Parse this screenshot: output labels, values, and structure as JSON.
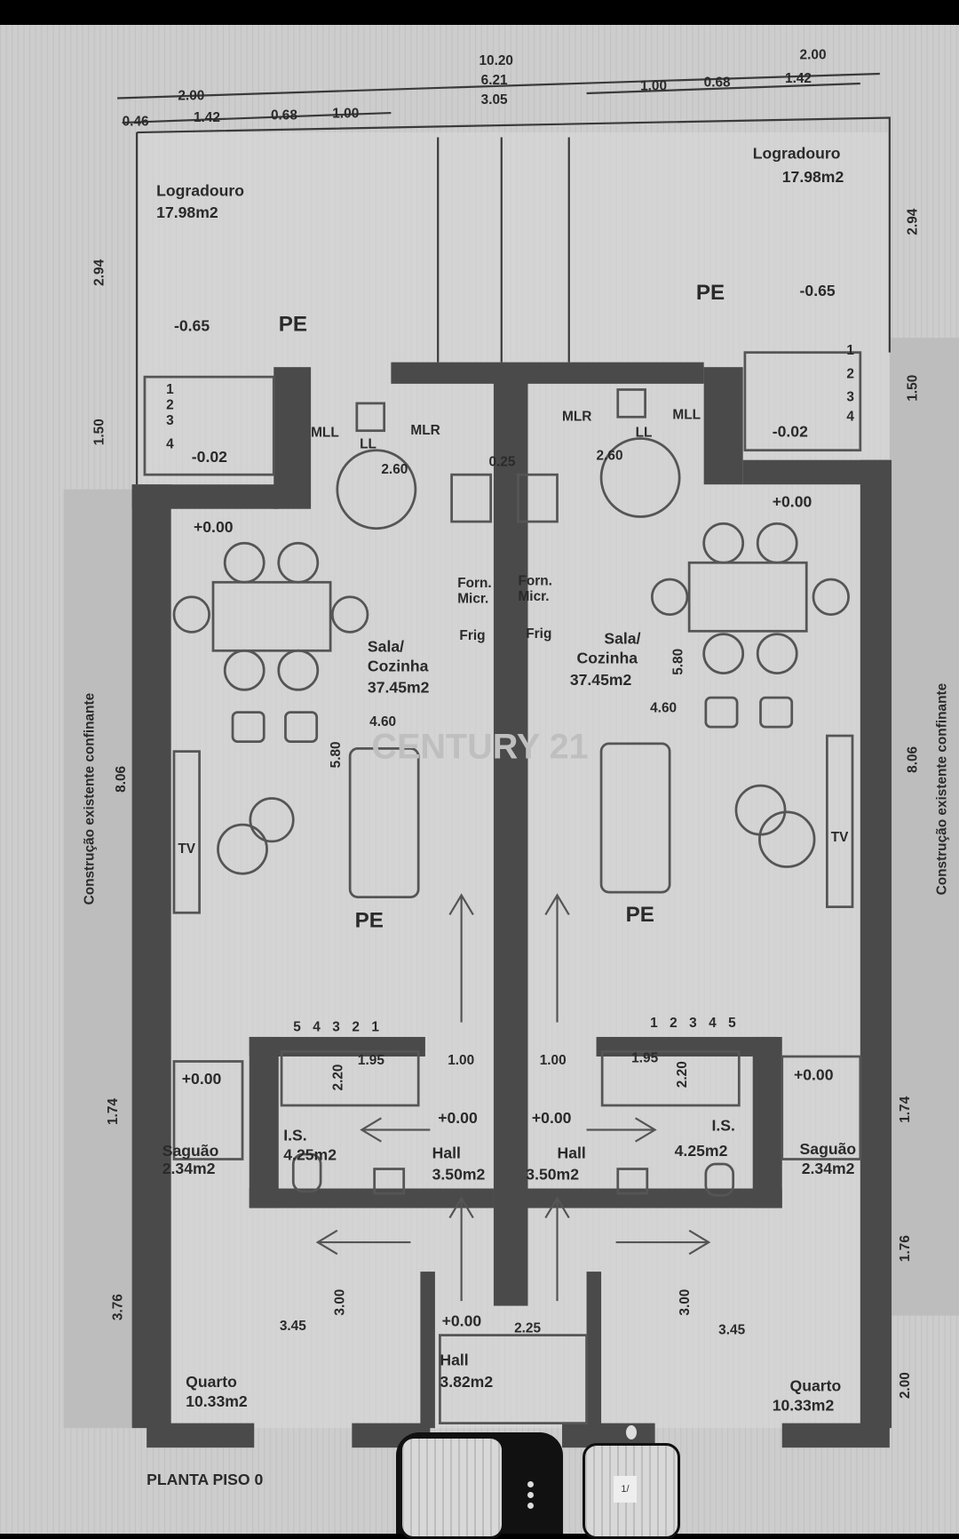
{
  "viewer": {
    "thumbnail_count": 2,
    "current_thumbnail": 1,
    "more_icon": "more-vertical-icon",
    "badge": "1/"
  },
  "plan": {
    "title": "PLANTA PISO 0",
    "watermark": "CENTURY 21",
    "top_dims": {
      "total": "10.20",
      "mid": "6.21",
      "center": "3.05",
      "left_total": "2.00",
      "left_a": "0.46",
      "left_b": "1.42",
      "left_c": "0.68",
      "left_d": "1.00",
      "right_total": "2.00",
      "right_a": "1.00",
      "right_b": "0.68",
      "right_c": "1.42"
    },
    "side_dims": {
      "left_1": "2.94",
      "left_2": "1.50",
      "left_3": "1.74",
      "left_4": "3.76",
      "left_total": "8.06",
      "right_1": "2.94",
      "right_2": "1.50",
      "right_3": "1.74",
      "right_4": "1.76",
      "right_5": "2.00",
      "right_total": "8.06"
    },
    "side_text": "Construção existente confinante",
    "left": {
      "logradouro": "Logradouro",
      "logradouro_area": "17.98m2",
      "level_out": "-0.65",
      "pe_top": "PE",
      "stairs": [
        "1",
        "2",
        "3",
        "4"
      ],
      "level_step": "-0.02",
      "level_room": "+0.00",
      "mll": "MLL",
      "ll": "LL",
      "mlr": "MLR",
      "w_260": "2.60",
      "w_460": "4.60",
      "h_580": "5.80",
      "sala": "Sala/",
      "cozinha": "Cozinha",
      "sala_area": "37.45m2",
      "forn": "Forn.",
      "micr": "Micr.",
      "frig": "Frig",
      "tv": "TV",
      "pe_mid": "PE",
      "steps": [
        "5",
        "4",
        "3",
        "2",
        "1"
      ],
      "w_195": "1.95",
      "h_220": "2.20",
      "w_100": "1.00",
      "level_sag": "+0.00",
      "saguao": "Saguão",
      "saguao_area": "2.34m2",
      "is": "I.S.",
      "is_area": "4.25m2",
      "level_hall": "+0.00",
      "hall": "Hall",
      "hall_area": "3.50m2",
      "w_345": "3.45",
      "h_300": "3.00",
      "quarto": "Quarto",
      "quarto_area": "10.33m2"
    },
    "right": {
      "logradouro": "Logradouro",
      "logradouro_area": "17.98m2",
      "level_out": "-0.65",
      "pe_top": "PE",
      "stairs": [
        "1",
        "2",
        "3",
        "4"
      ],
      "level_step": "-0.02",
      "level_room": "+0.00",
      "mll": "MLL",
      "ll": "LL",
      "mlr": "MLR",
      "w_260": "2.60",
      "w_460": "4.60",
      "h_580": "5.80",
      "sala": "Sala/",
      "cozinha": "Cozinha",
      "sala_area": "37.45m2",
      "forn": "Forn.",
      "micr": "Micr.",
      "frig": "Frig",
      "tv": "TV",
      "pe_mid": "PE",
      "steps": [
        "1",
        "2",
        "3",
        "4",
        "5"
      ],
      "w_195": "1.95",
      "h_220": "2.20",
      "w_100": "1.00",
      "level_sag": "+0.00",
      "saguao": "Saguão",
      "saguao_area": "2.34m2",
      "is": "I.S.",
      "is_area": "4.25m2",
      "level_hall": "+0.00",
      "hall": "Hall",
      "hall_area": "3.50m2",
      "w_345": "3.45",
      "h_300": "3.00",
      "quarto": "Quarto",
      "quarto_area": "10.33m2"
    },
    "center": {
      "wall": "0.25",
      "level_entry": "+0.00",
      "w_225": "2.25",
      "hall": "Hall",
      "hall_area": "3.82m2"
    }
  }
}
